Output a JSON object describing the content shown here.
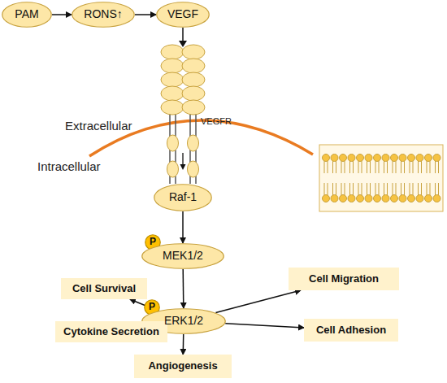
{
  "diagram": {
    "nodes": [
      {
        "text": [
          "PAM"
        ]
      },
      {
        "text": [
          "RONS↑"
        ]
      },
      {
        "text": [
          "VEGF"
        ]
      },
      {
        "text": [
          "Raf-1"
        ]
      },
      {
        "text": [
          "P"
        ]
      },
      {
        "text": [
          "MEK1/2"
        ]
      },
      {
        "text": [
          "P"
        ]
      },
      {
        "text": [
          "ERK1/2"
        ]
      },
      {
        "text": [
          "Cell Survival"
        ]
      },
      {
        "text": [
          "Cell Migration"
        ]
      },
      {
        "text": [
          "Cytokine Secretion"
        ]
      },
      {
        "text": [
          "Cell Adhesion"
        ]
      },
      {
        "text": [
          "Angiogenesis"
        ]
      }
    ],
    "edges": [
      {
        "from": 0,
        "to": 1,
        "arrow": "to"
      },
      {
        "from": 1,
        "to": 2,
        "arrow": "to"
      },
      {
        "from": 3,
        "to": 5,
        "arrow": "to"
      },
      {
        "from": 5,
        "to": 7,
        "arrow": "to"
      },
      {
        "from": 7,
        "to": 8,
        "arrow": "to"
      },
      {
        "from": 7,
        "to": 9,
        "arrow": "to"
      },
      {
        "from": 7,
        "to": 10,
        "arrow": "to"
      },
      {
        "from": 7,
        "to": 11,
        "arrow": "to"
      },
      {
        "from": 7,
        "to": 12,
        "arrow": "to"
      }
    ],
    "labels": [
      "VEGFR",
      "Extracellular",
      "Intracellular"
    ]
  }
}
